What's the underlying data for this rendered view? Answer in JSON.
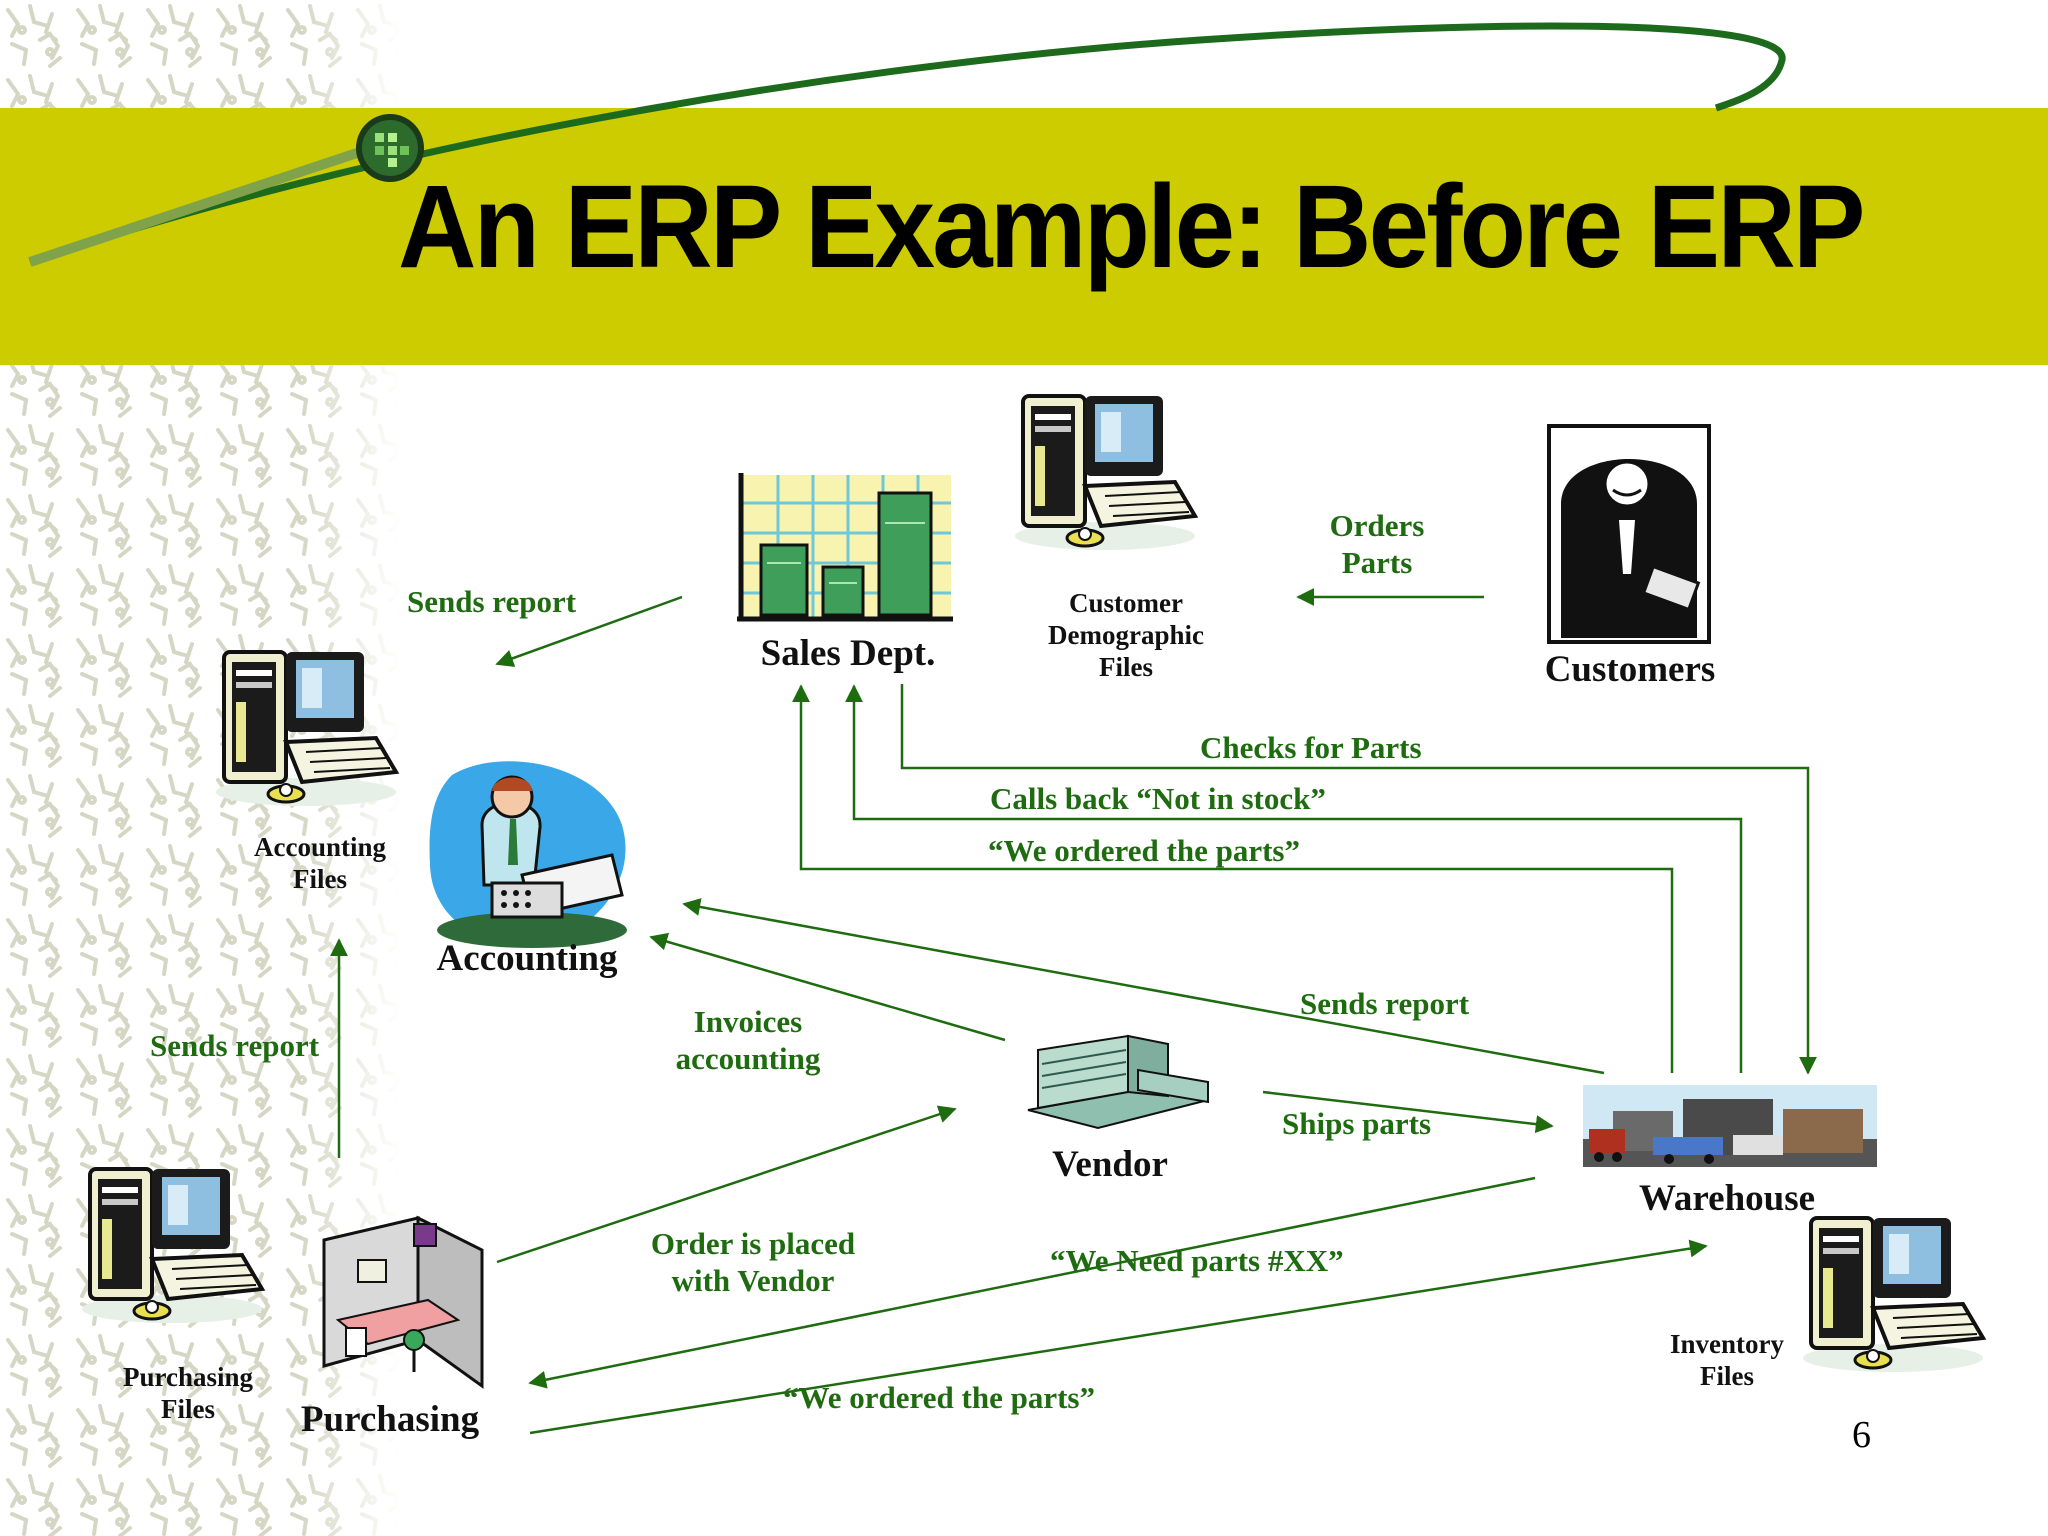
{
  "title": "An ERP Example: Before ERP",
  "slide_number": "6",
  "nodes": {
    "sales": "Sales Dept.",
    "customers": "Customers",
    "accounting": "Accounting",
    "vendor": "Vendor",
    "warehouse": "Warehouse",
    "purchasing": "Purchasing"
  },
  "files": {
    "customer": [
      "Customer",
      "Demographic",
      "Files"
    ],
    "accounting": [
      "Accounting",
      "Files"
    ],
    "purchasing": [
      "Purchasing",
      "Files"
    ],
    "inventory": [
      "Inventory",
      "Files"
    ]
  },
  "flows": {
    "orders_parts": [
      "Orders",
      "Parts"
    ],
    "sends_report_sales": "Sends report",
    "checks_for_parts": "Checks for Parts",
    "calls_back": "Calls back  “Not in stock”",
    "we_ordered_sales": "“We ordered the parts”",
    "sends_report_warehouse": "Sends report",
    "invoices": [
      "Invoices",
      "accounting"
    ],
    "sends_report_purchasing": "Sends report",
    "ships_parts": "Ships parts",
    "order_placed": [
      "Order is placed",
      "with Vendor"
    ],
    "we_need_parts": "“We Need parts #XX”",
    "we_ordered_purchasing": "“We ordered the parts”"
  },
  "colors": {
    "title_band": "#cccc00",
    "flow_text": "#1e6b10",
    "arrow": "#1e6b10"
  },
  "icons": [
    "computer-icon",
    "sales-chart-icon",
    "customer-man-icon",
    "accountant-icon",
    "vendor-building-icon",
    "warehouse-icon",
    "cubicle-icon",
    "globe-bullet-icon"
  ]
}
